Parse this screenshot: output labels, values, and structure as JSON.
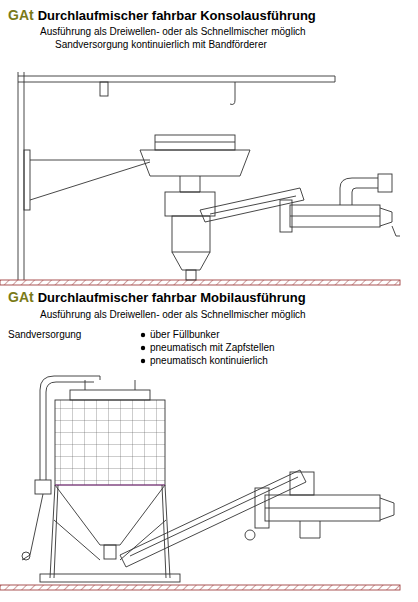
{
  "diagram": {
    "labels": [
      "GAt",
      "Durchlaufmischer fahrbar Konsolausführung",
      "Ausführung als Dreiwellen- oder als Schnellmischer möglich",
      "Sandversorgung kontinuierlich mit Bandförderer",
      "GAt",
      "Durchlaufmischer fahrbar Mobilausführung",
      "Ausführung als Dreiwellen- oder als Schnellmischer möglich",
      "Sandversorgung",
      "über Füllbunker",
      "pneumatisch mit Zapfstellen",
      "pneumatisch kontinuierlich"
    ]
  }
}
